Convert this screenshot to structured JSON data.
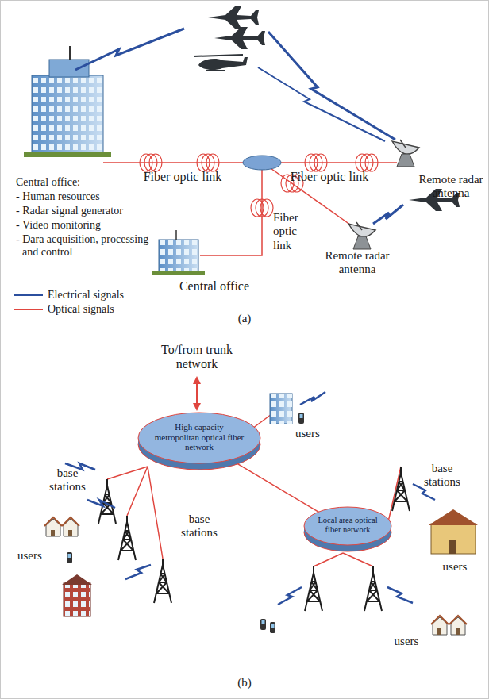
{
  "diagram": {
    "nodes": [
      {
        "text": [
          "High capacity metropolitan optical fiber network"
        ]
      },
      {
        "text": [
          "Local area optical fiber network"
        ]
      }
    ],
    "edges": [
      {
        "from": 0,
        "to": 1,
        "arrow": "none"
      }
    ],
    "labels": [
      "Fiber optic link",
      "Fiber optic link",
      "Remote radar antenna",
      "Central office:",
      "- Human resources",
      "- Radar signal generator",
      "- Video monitoring",
      "- Dara acquisition, processing and control",
      "Fiber optic link",
      "Remote radar antenna",
      "Central office",
      "(a)",
      "To/from trunk network",
      "users",
      "base stations",
      "users",
      "base stations",
      "base stations",
      "users",
      "users",
      "(b)"
    ],
    "legend": [
      {
        "text": "Electrical signals"
      },
      {
        "text": "Optical signals"
      }
    ]
  }
}
